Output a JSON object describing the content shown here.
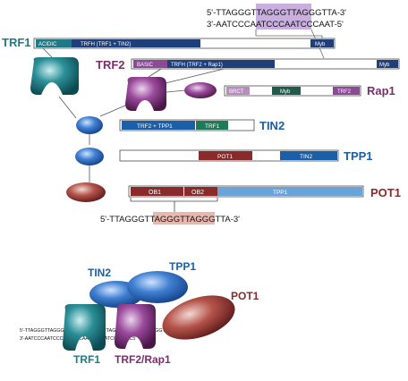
{
  "colors": {
    "trf1": "#1f7a86",
    "trf2": "#7a2e6a",
    "rap1": "#7a2e6a",
    "tin2": "#1a5fa8",
    "tpp1": "#1a5fa8",
    "pot1": "#8a2a2a",
    "domain_dark": "#1f3f7a",
    "domain_purple": "#8a4a95",
    "pot1_bar": "#6aa3d8",
    "dna_highlight_purple": "#c9aee0",
    "dna_highlight_pink": "#e8b8b0"
  },
  "top_dna": {
    "strand1": {
      "left": "5'-TTAGGG",
      "mid": "TTAGGGTTA",
      "right": "GGGTTA-3'"
    },
    "strand2": {
      "left": "3'-AATCCC",
      "mid": "AATCCCAAT",
      "right": "CCCAAT-5'"
    }
  },
  "proteins": {
    "trf1": {
      "name": "TRF1",
      "domains": [
        "ACIDIC",
        "TRFH (TRF1 + TIN2)",
        "Myb"
      ]
    },
    "trf2": {
      "name": "TRF2",
      "domains": [
        "BASIC",
        "TRFH (TRF2 + Rap1)",
        "Myb"
      ]
    },
    "rap1": {
      "name": "Rap1",
      "domains": [
        "BRCT",
        "Myb",
        "TRF2"
      ]
    },
    "tin2": {
      "name": "TIN2",
      "domains": [
        "TRF2 + TPP1",
        "TRF1"
      ]
    },
    "tpp1": {
      "name": "TPP1",
      "domains": [
        "POT1",
        "TIN2"
      ]
    },
    "pot1": {
      "name": "POT1",
      "domains": [
        "OB1",
        "OB2",
        "TPP1"
      ]
    }
  },
  "pot1_dna": {
    "left": "5'-TTAGGG",
    "mid": "TTAGGGTTAG",
    "right": "GGTTA-3'"
  },
  "complex": {
    "labels": {
      "tin2": "TIN2",
      "tpp1": "TPP1",
      "pot1": "POT1",
      "trf1": "TRF1",
      "trf2_rap1": "TRF2/Rap1"
    },
    "dna_top": "5'-TTAGGGTTAGGGTTAGGGTTAGGGTTAGGGTTAGGGTTAGGGTTAGGG-3'",
    "dna_bottom": "3'-AATCCCAATCCCAATCCCAATCCCAATCCCAATC5'"
  }
}
